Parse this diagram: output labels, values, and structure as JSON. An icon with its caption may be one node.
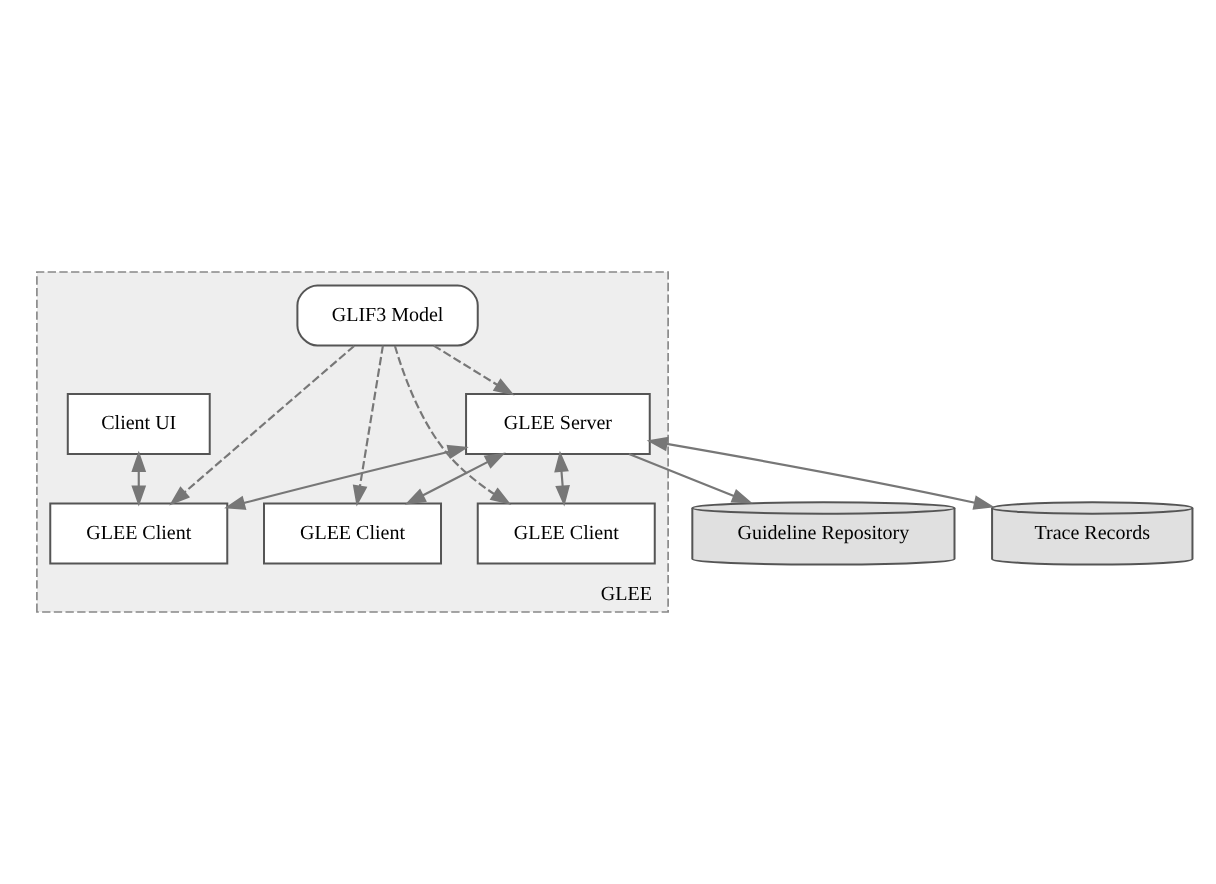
{
  "diagram": {
    "nodes": [
      {
        "text": [
          "Guideline Repository"
        ]
      },
      {
        "text": [
          "Trace Records"
        ]
      },
      {
        "text": [
          "GLEE"
        ]
      },
      {
        "text": [
          "GLEE Server"
        ],
        "in": 2
      },
      {
        "text": [
          "GLIF3 Model"
        ],
        "in": 2
      },
      {
        "text": [
          "GLEE Client"
        ],
        "in": 2
      },
      {
        "text": [
          "GLEE Client"
        ],
        "in": 2
      },
      {
        "text": [
          "GLEE Client"
        ],
        "in": 2
      },
      {
        "text": [
          "Client UI"
        ],
        "in": 2
      }
    ],
    "edges": [
      {
        "from": 3,
        "to": 0,
        "arrow": "to"
      },
      {
        "from": 3,
        "to": 1,
        "arrow": "both"
      },
      {
        "from": 4,
        "to": 3,
        "arrow": "to",
        "style": "dashed"
      },
      {
        "from": 4,
        "to": 5,
        "arrow": "to",
        "style": "dashed"
      },
      {
        "from": 4,
        "to": 6,
        "arrow": "to",
        "style": "dashed"
      },
      {
        "from": 4,
        "to": 7,
        "arrow": "to",
        "style": "dashed"
      },
      {
        "from": 3,
        "to": 5,
        "arrow": "both"
      },
      {
        "from": 3,
        "to": 6,
        "arrow": "both"
      },
      {
        "from": 3,
        "to": 7,
        "arrow": "both"
      },
      {
        "from": 8,
        "to": 7,
        "arrow": "both"
      }
    ]
  }
}
